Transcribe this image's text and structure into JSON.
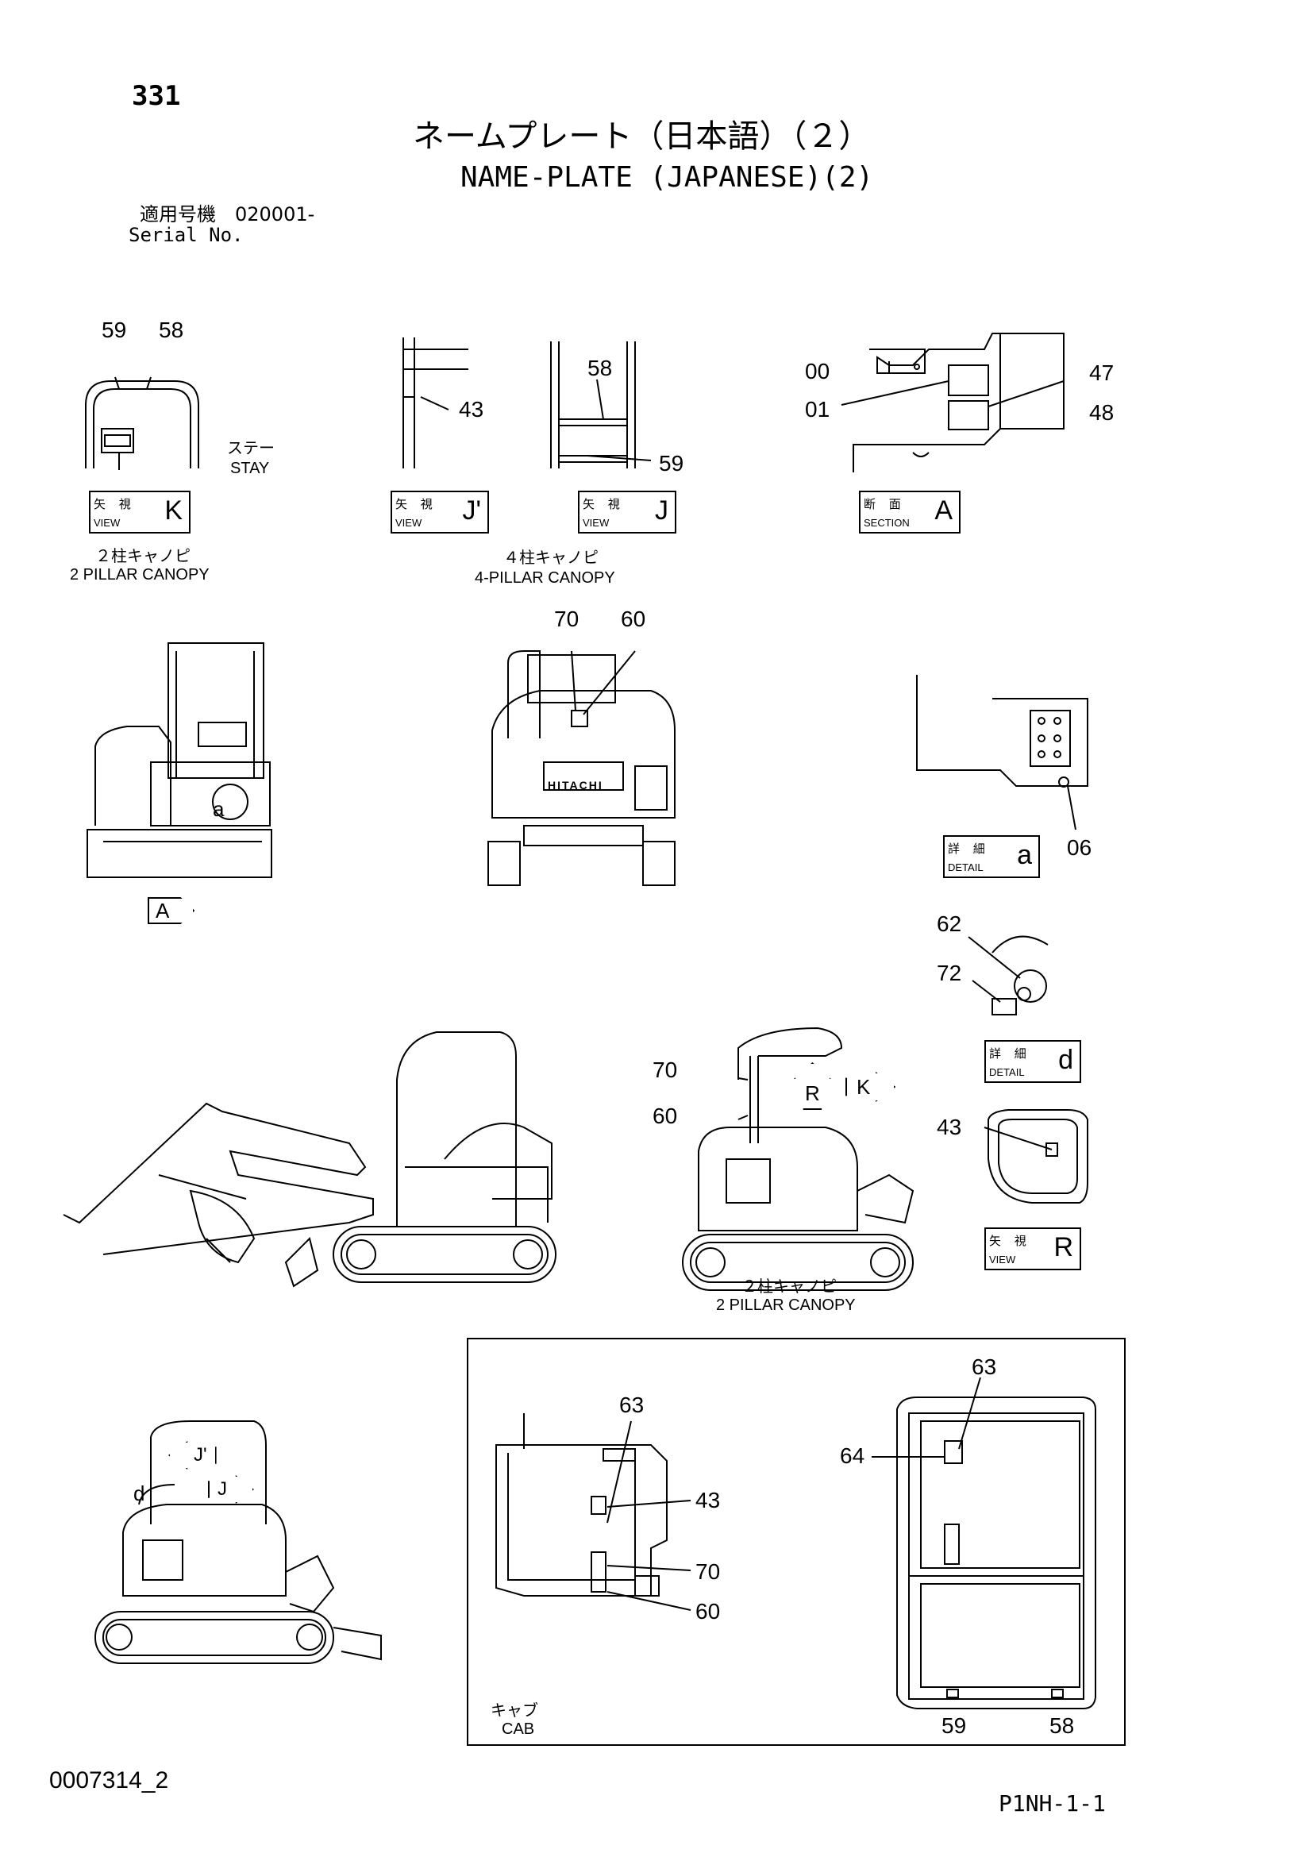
{
  "header": {
    "page_number": "331",
    "title_jp": "ネームプレート（日本語）（２）",
    "title_en": "NAME-PLATE (JAPANESE)(2)",
    "serial_jp": "適用号機　020001-",
    "serial_en": "Serial No."
  },
  "footer": {
    "doc_id": "0007314_2",
    "ref_code": "P1NH-1-1"
  },
  "view_labels": {
    "view_k": {
      "jp": "矢 視",
      "en": "VIEW",
      "letter": "K"
    },
    "view_j_prime": {
      "jp": "矢 視",
      "en": "VIEW",
      "letter": "J'"
    },
    "view_j": {
      "jp": "矢 視",
      "en": "VIEW",
      "letter": "J"
    },
    "section_a": {
      "jp": "断 面",
      "en": "SECTION",
      "letter": "A"
    },
    "detail_a": {
      "jp": "詳 細",
      "en": "DETAIL",
      "letter": "a"
    },
    "detail_d": {
      "jp": "詳 細",
      "en": "DETAIL",
      "letter": "d"
    },
    "view_r": {
      "jp": "矢 視",
      "en": "VIEW",
      "letter": "R"
    }
  },
  "captions": {
    "stay_jp": "ステー",
    "stay_en": "STAY",
    "pillar2_jp": "２柱キャノピ",
    "pillar2_en": "2 PILLAR CANOPY",
    "pillar4_jp": "４柱キャノピ",
    "pillar4_en": "4-PILLAR CANOPY",
    "pillar2b_jp": "２柱キャノピ",
    "pillar2b_en": "2 PILLAR CANOPY",
    "cab_jp": "キャブ",
    "cab_en": "CAB"
  },
  "callouts": {
    "c59_k": "59",
    "c58_k": "58",
    "c43_jp": "43",
    "c58_j": "58",
    "c59_j": "59",
    "c00": "00",
    "c01": "01",
    "c47": "47",
    "c48": "48",
    "c70_rear": "70",
    "c60_rear": "60",
    "c06": "06",
    "c62": "62",
    "c72": "72",
    "c70_side": "70",
    "c60_side": "60",
    "c43_r": "43",
    "c63_cab": "63",
    "c43_cab": "43",
    "c70_cab": "70",
    "c60_cab": "60",
    "c63_top": "63",
    "c64_top": "64",
    "c59_top": "59",
    "c58_top": "58"
  },
  "arrows": {
    "a_arrow": "A",
    "r_arrow": "R",
    "k_arrow": "K",
    "jp_arrow": "J'",
    "j_arrow": "J",
    "a_mark": "a",
    "d_mark": "d"
  },
  "brand": "HITACHI"
}
